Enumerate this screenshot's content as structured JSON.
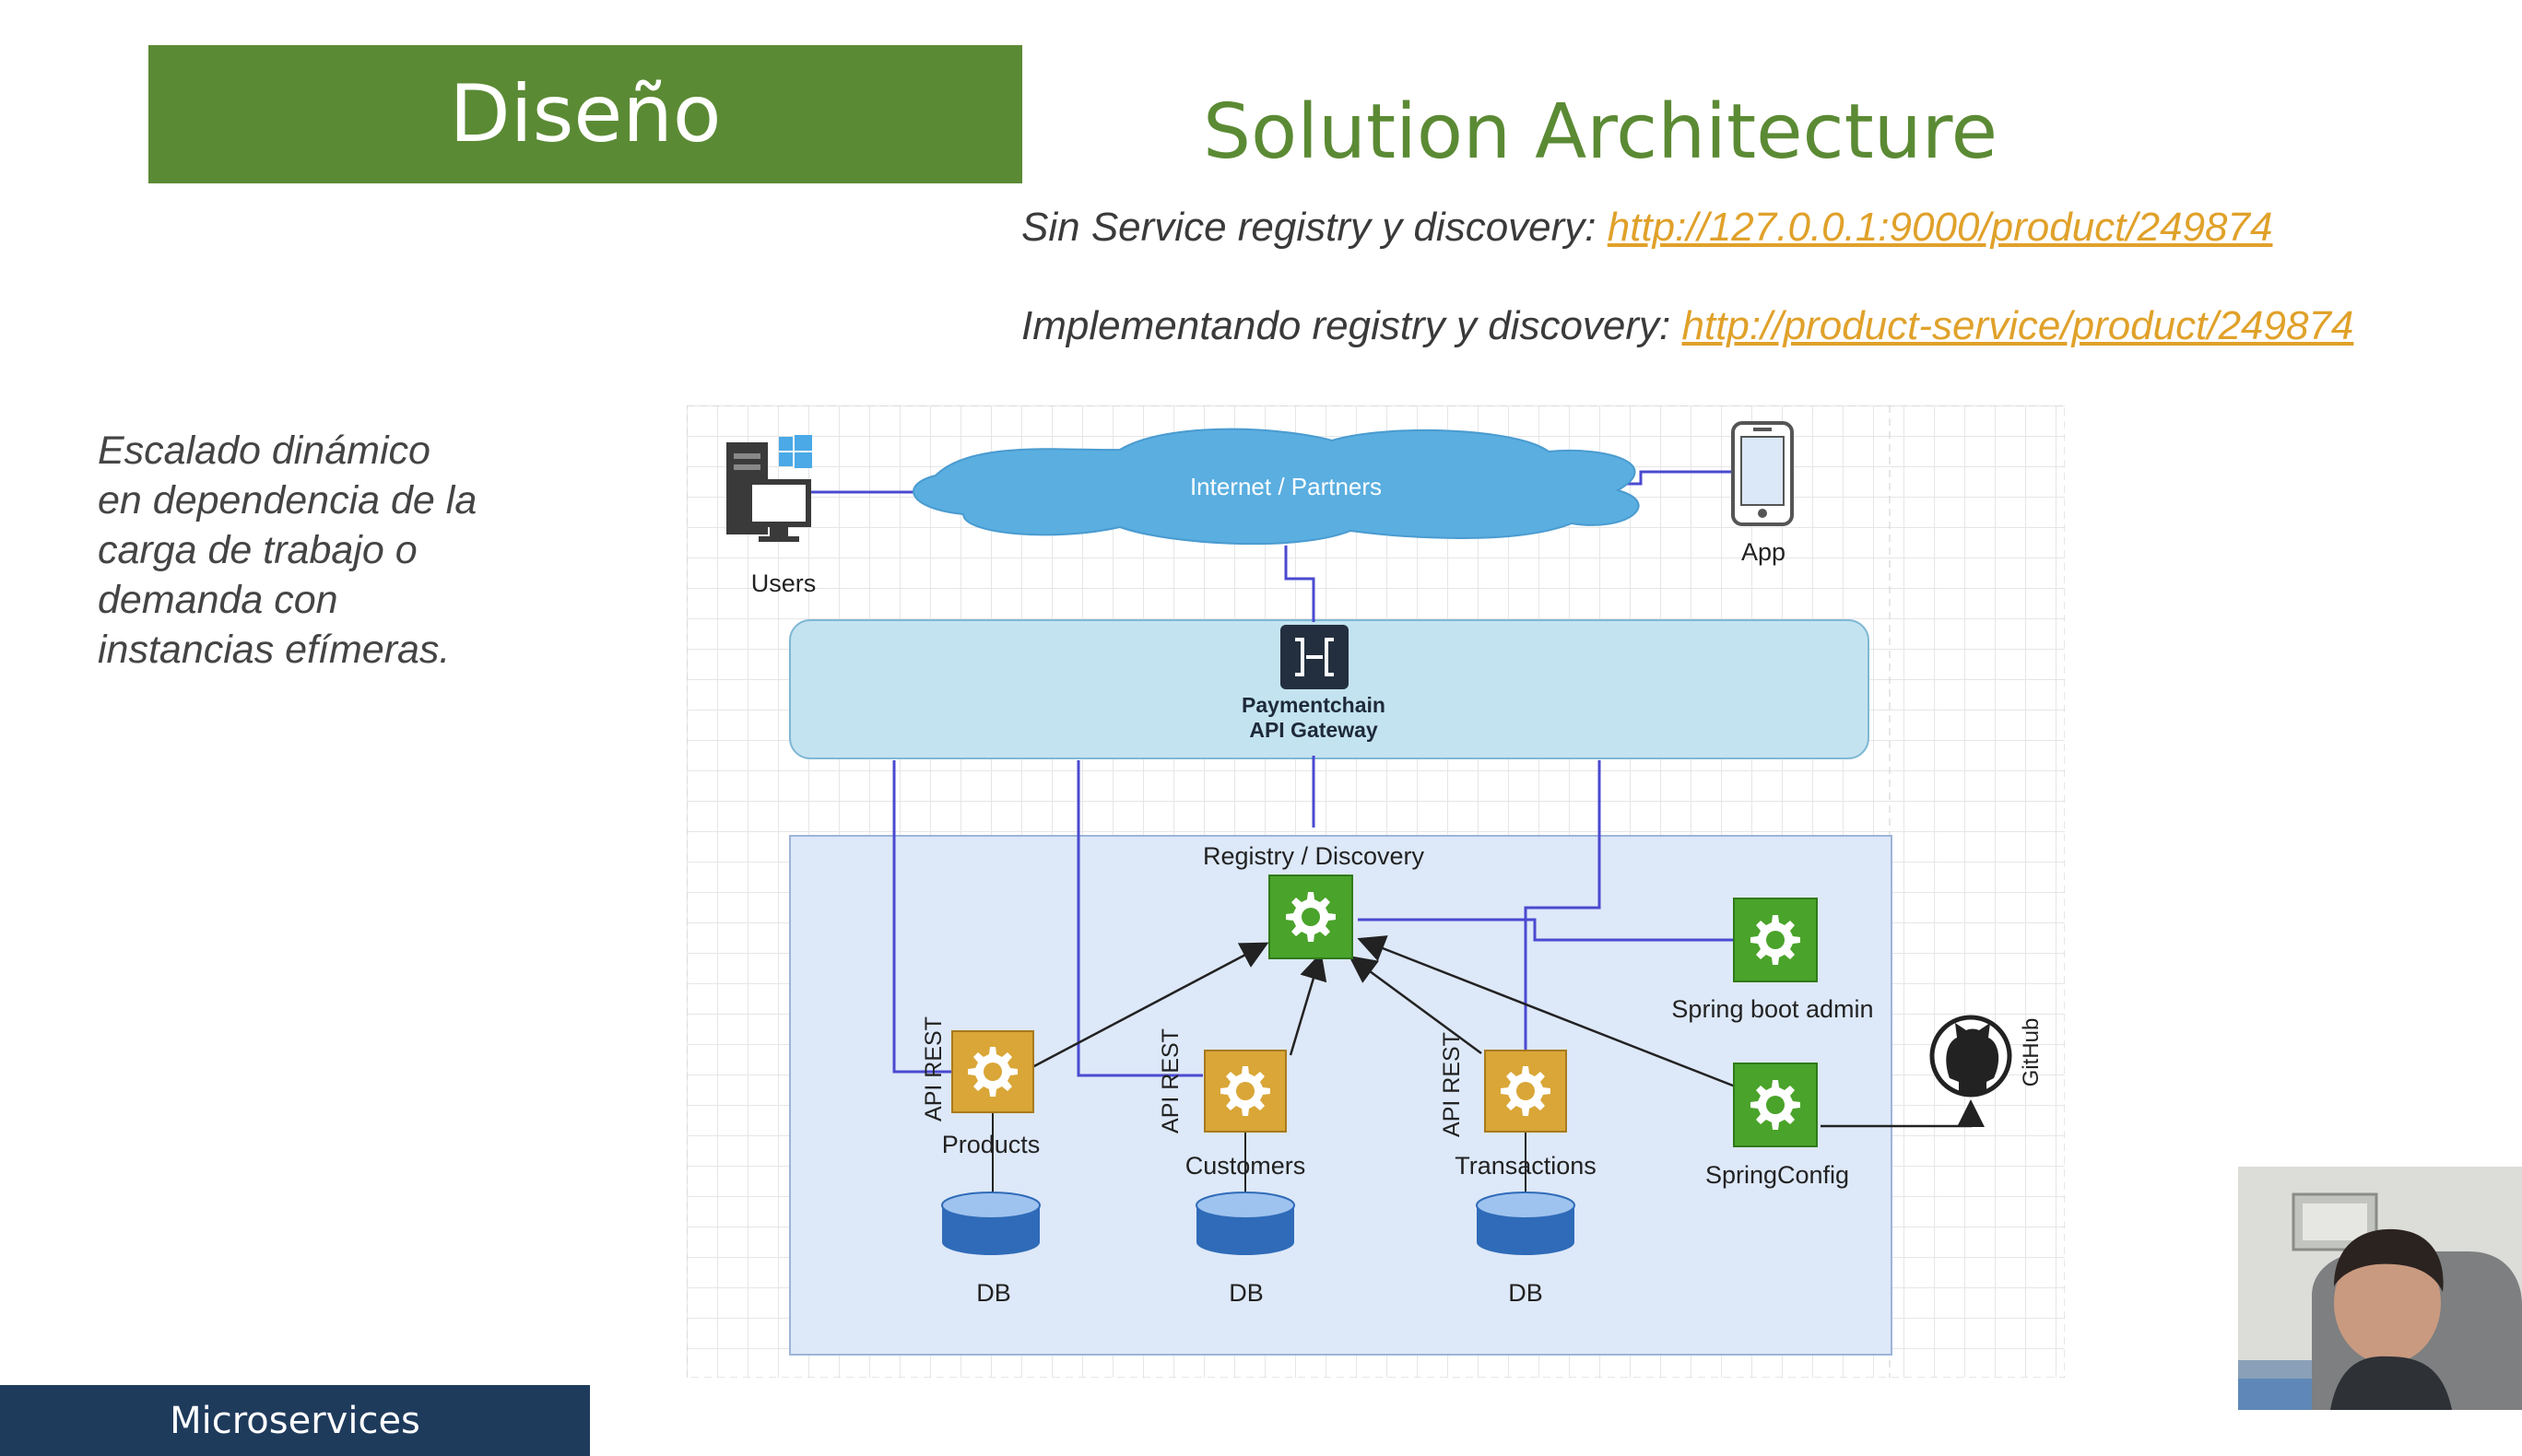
{
  "slide": {
    "title": "Diseño",
    "subtitle": "Solution Architecture",
    "url_lines": [
      {
        "label": "Sin Service registry y discovery: ",
        "url": "http://127.0.0.1:9000/product/249874"
      },
      {
        "label": "Implementando registry y discovery: ",
        "url": "http://product-service/product/249874"
      }
    ],
    "side_note": [
      "Escalado dinámico",
      "en dependencia de la",
      "carga de trabajo o",
      "demanda  con",
      "instancias efímeras."
    ],
    "footer": "Microservices"
  },
  "diagram": {
    "users_label": "Users",
    "cloud_label": "Internet / Partners",
    "app_label": "App",
    "gateway_label_1": "Paymentchain",
    "gateway_label_2": "API Gateway",
    "registry_label": "Registry / Discovery",
    "spring_boot_admin_label": "Spring boot admin",
    "spring_config_label": "SpringConfig",
    "github_label": "GitHub",
    "api_rest_label": "API REST",
    "services": [
      "Products",
      "Customers",
      "Transactions"
    ],
    "db_label": "DB"
  },
  "colors": {
    "title_green": "#5b8a34",
    "link_orange": "#e0a12a",
    "footer_navy": "#1f3b5c",
    "cloud_blue": "#5aaee0",
    "gateway_fill": "#c4e3f0",
    "container_fill": "#dde8f8",
    "connector_purple": "#4a4ad0",
    "gear_green": "#4aa32a",
    "gear_gold": "#d9a637",
    "db_blue": "#2f6bb8"
  }
}
